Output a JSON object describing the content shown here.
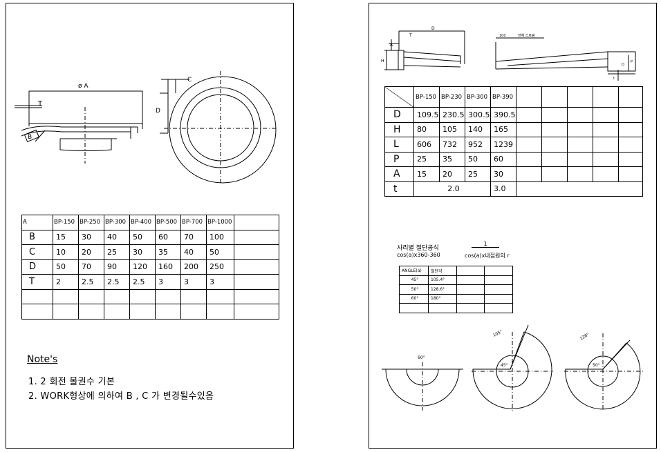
{
  "left_sheet": {
    "drawing_labels": {
      "dia_a": "ø A",
      "t": "T",
      "b": "B",
      "c": "C",
      "d": "D"
    },
    "spec_table": {
      "header": [
        "A",
        "BP-150",
        "BP-250",
        "BP-300",
        "BP-400",
        "BP-500",
        "BP-700",
        "BP-1000",
        ""
      ],
      "rows": [
        [
          "B",
          "15",
          "30",
          "40",
          "50",
          "60",
          "70",
          "100",
          ""
        ],
        [
          "C",
          "10",
          "20",
          "25",
          "30",
          "35",
          "40",
          "50",
          ""
        ],
        [
          "D",
          "50",
          "70",
          "90",
          "120",
          "160",
          "200",
          "250",
          ""
        ],
        [
          "T",
          "2",
          "2.5",
          "2.5",
          "2.5",
          "3",
          "3",
          "3",
          ""
        ],
        [
          "",
          "",
          "",
          "",
          "",
          "",
          "",
          "",
          ""
        ],
        [
          "",
          "",
          "",
          "",
          "",
          "",
          "",
          "",
          ""
        ]
      ]
    },
    "notes": {
      "title": "Note's",
      "items": [
        "1. 2 회전 볼권수 기본",
        "2. WORK형상에 의하여 B , C 가 변경될수있음"
      ]
    }
  },
  "right_sheet": {
    "drawing_labels": {
      "d": "D",
      "t": "T",
      "a": "A",
      "h": "H",
      "dim_100": "100",
      "note": "전체 스프링",
      "p": "P",
      "d2": "D",
      "t2": "t"
    },
    "spec_table": {
      "header": [
        "",
        "BP-150",
        "BP-230",
        "BP-300",
        "BP-390",
        "",
        "",
        "",
        "",
        ""
      ],
      "rows": [
        {
          "label": "D",
          "values": [
            "109.5",
            "230.5",
            "300.5",
            "390.5"
          ]
        },
        {
          "label": "H",
          "values": [
            "80",
            "105",
            "140",
            "165"
          ]
        },
        {
          "label": "L",
          "values": [
            "606",
            "732",
            "952",
            "1239"
          ]
        },
        {
          "label": "P",
          "values": [
            "25",
            "35",
            "50",
            "60"
          ]
        },
        {
          "label": "A",
          "values": [
            "15",
            "20",
            "25",
            "30"
          ]
        },
        {
          "label": "t",
          "values": [
            "2.0",
            "3.0"
          ]
        }
      ]
    },
    "formula": {
      "title": "사리별 절단공식",
      "expr1": "cos(a)x360-360",
      "numerator": "1",
      "expr2": "cos(a)x내접원의 r"
    },
    "angle_table": {
      "header": [
        "ANGLE(a)",
        "절단각",
        "",
        ""
      ],
      "rows": [
        [
          "45°",
          "105.4°",
          "",
          ""
        ],
        [
          "50°",
          "128.6°",
          "",
          ""
        ],
        [
          "60°",
          "180°",
          "",
          ""
        ],
        [
          "",
          "",
          "",
          ""
        ]
      ]
    },
    "arc_labels": {
      "a60": "60°",
      "a105": "105°",
      "a45": "45°",
      "a128": "128°",
      "a50": "50°"
    }
  }
}
